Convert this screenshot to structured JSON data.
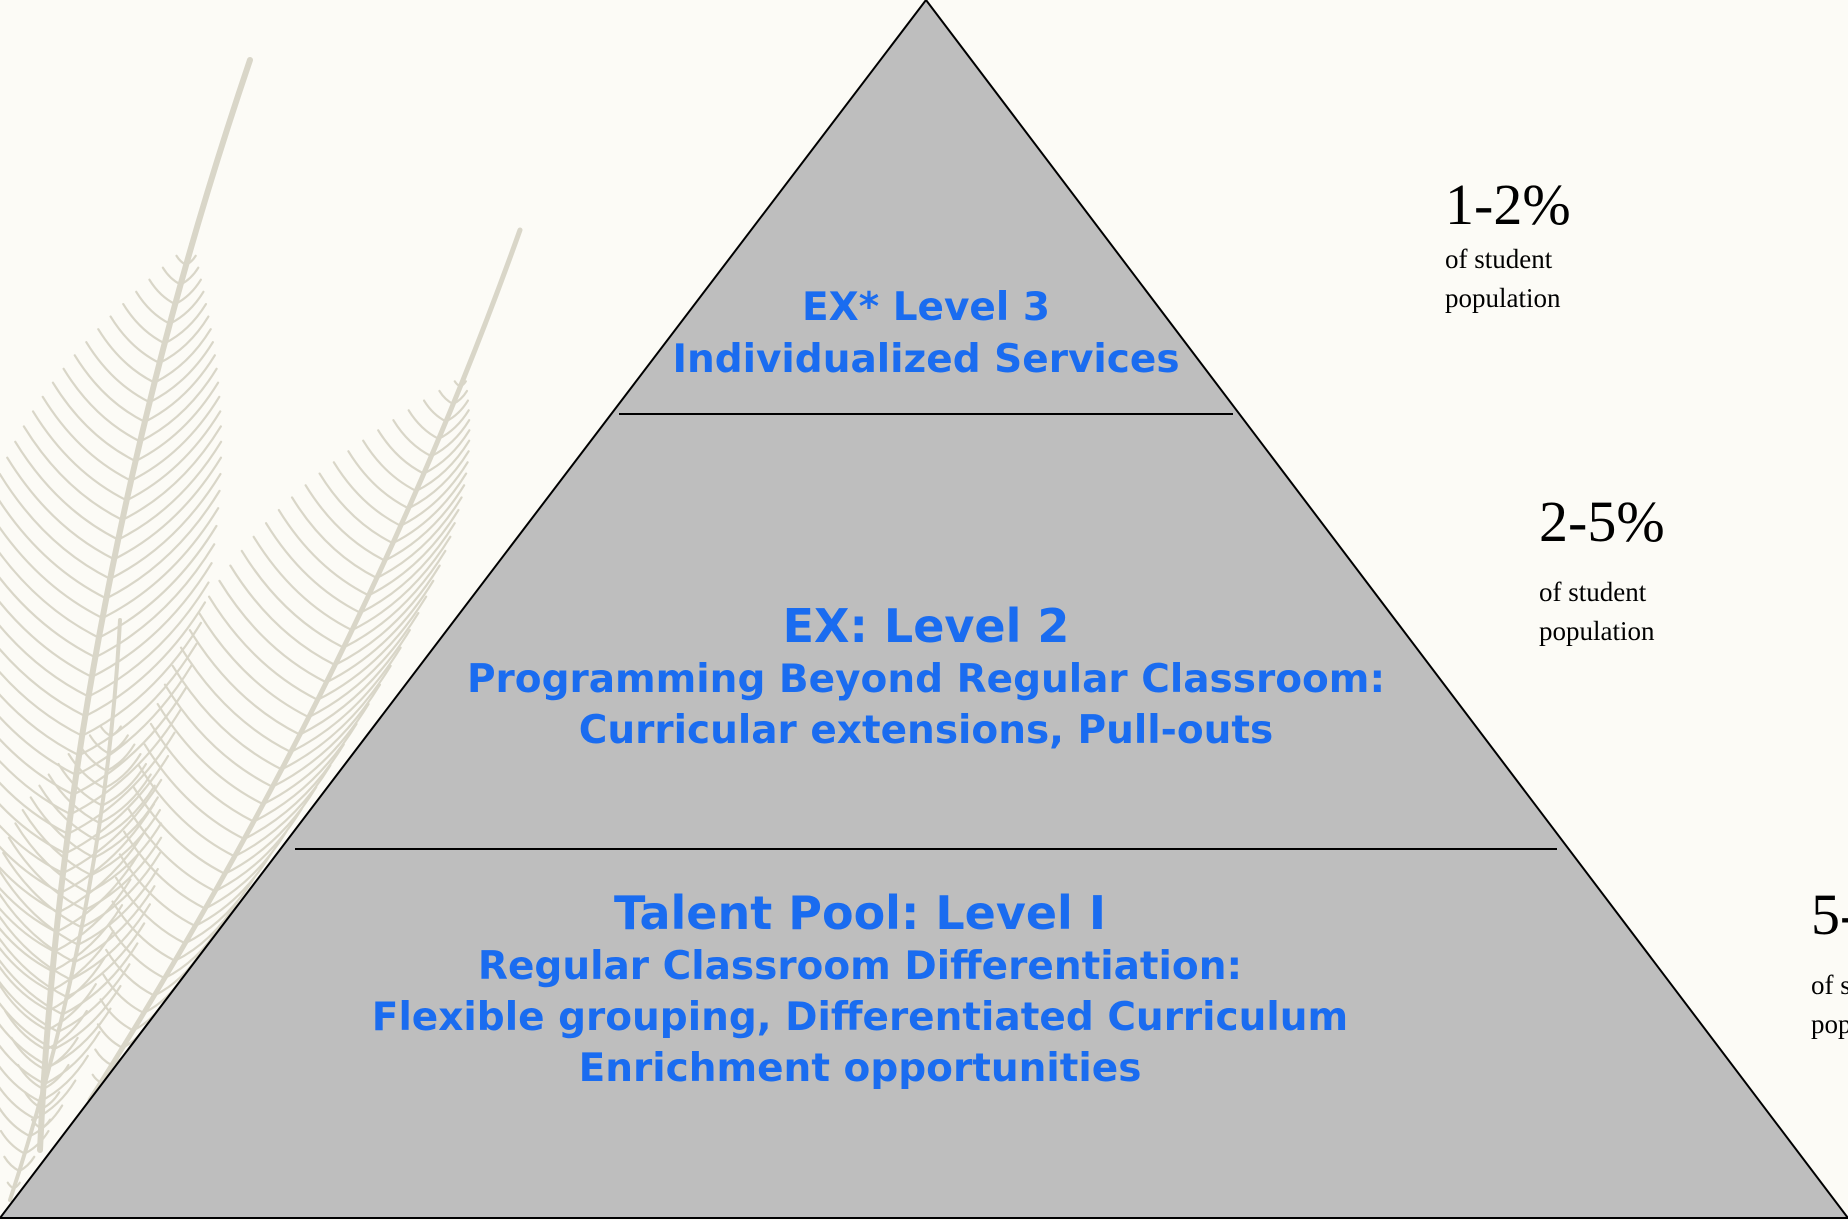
{
  "colors": {
    "background": "#fcfbf6",
    "pyramid_fill": "#bebebe",
    "tier_text": "#1a6cf0",
    "feather": "#d9d6c8"
  },
  "decoration": {
    "background_icon": "feather-icon"
  },
  "tiers": [
    {
      "id": "level-3",
      "lines": [
        "EX* Level 3",
        "Individualized Services"
      ]
    },
    {
      "id": "level-2",
      "lines": [
        "EX:  Level 2",
        "Programming Beyond Regular Classroom:",
        "Curricular extensions, Pull-outs"
      ]
    },
    {
      "id": "level-1",
      "lines": [
        "Talent Pool:  Level I",
        "Regular Classroom Differentiation:",
        "Flexible grouping, Differentiated Curriculum",
        "Enrichment opportunities"
      ]
    }
  ],
  "percentages": [
    {
      "value": "1-2%",
      "caption": "of student population"
    },
    {
      "value": "2-5%",
      "caption": "of student population"
    },
    {
      "value": "5-",
      "caption": "of student population"
    }
  ]
}
